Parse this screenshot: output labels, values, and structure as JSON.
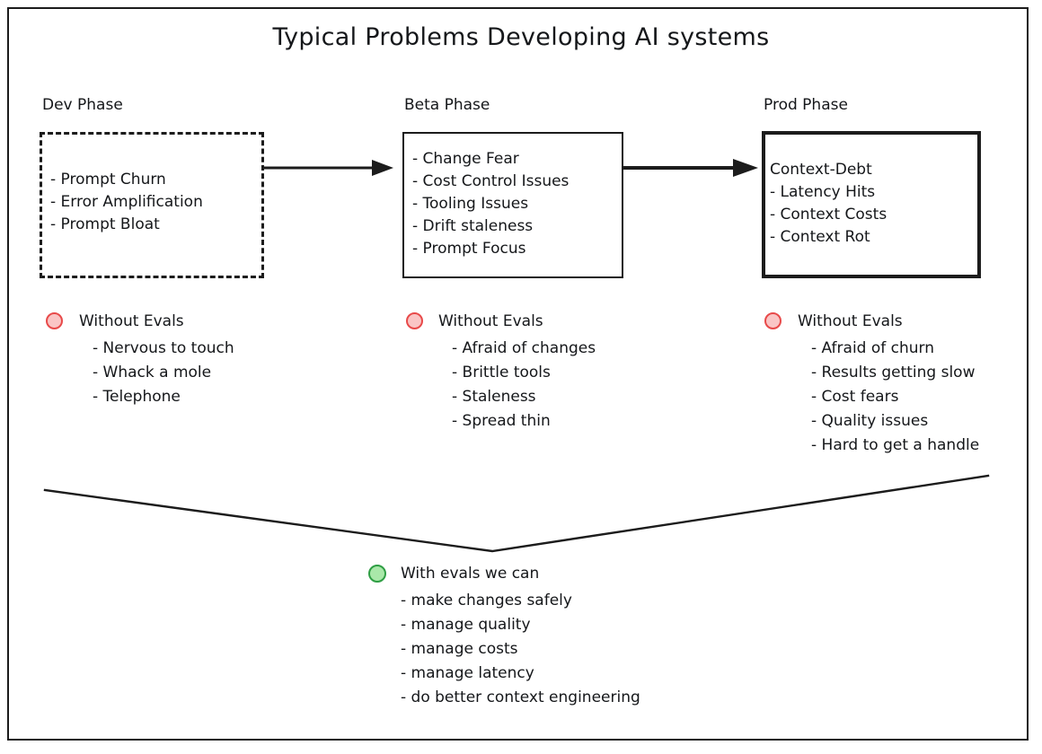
{
  "diagram": {
    "title": "Typical Problems Developing AI systems",
    "frame_color": "#1c1c1c",
    "text_color": "#15171a"
  },
  "phases": [
    {
      "label": "Dev Phase",
      "border_style": "dashed",
      "items": [
        "- Prompt Churn",
        "- Error Amplification",
        "- Prompt Bloat"
      ]
    },
    {
      "label": "Beta Phase",
      "border_style": "solid-thin",
      "items": [
        "- Change Fear",
        "- Cost Control Issues",
        "- Tooling Issues",
        "- Drift staleness",
        "- Prompt Focus"
      ]
    },
    {
      "label": "Prod Phase",
      "border_style": "solid-thick",
      "items": [
        "Context-Debt",
        "- Latency Hits",
        "- Context Costs",
        "- Context Rot"
      ]
    }
  ],
  "without_evals": [
    {
      "heading": "Without Evals",
      "marker_fill": "#fac5c5",
      "marker_stroke": "#e84a4a",
      "items": [
        "- Nervous to touch",
        "- Whack a mole",
        "- Telephone"
      ]
    },
    {
      "heading": "Without Evals",
      "marker_fill": "#fac5c5",
      "marker_stroke": "#e84a4a",
      "items": [
        "- Afraid of changes",
        "- Brittle tools",
        "- Staleness",
        "- Spread thin"
      ]
    },
    {
      "heading": "Without Evals",
      "marker_fill": "#fac5c5",
      "marker_stroke": "#e84a4a",
      "items": [
        "- Afraid of churn",
        "- Results getting slow",
        "- Cost fears",
        "- Quality issues",
        "- Hard to get a handle"
      ]
    }
  ],
  "with_evals": {
    "heading": "With evals we can",
    "marker_fill": "#a9e8a9",
    "marker_stroke": "#2f9e44",
    "items": [
      "- make changes safely",
      "- manage quality",
      "- manage costs",
      "- manage latency",
      "- do better context engineering"
    ]
  }
}
